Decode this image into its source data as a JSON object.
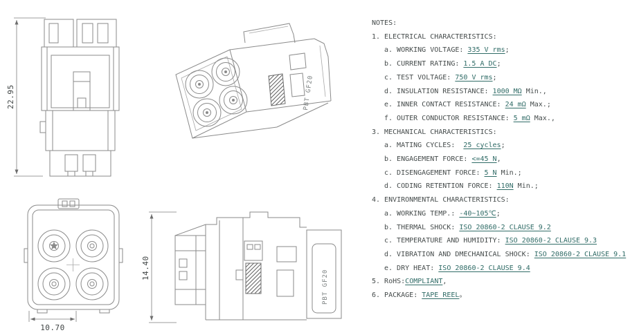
{
  "colors": {
    "background": "#ffffff",
    "drawing_line": "#8a8a8a",
    "dimension_text": "#3f4444",
    "notes_text": "#454b4b",
    "notes_value": "#2f6b66"
  },
  "dimensions": {
    "rear_view_height": "22.95",
    "front_view_width": "10.70",
    "side_view_height": "14.40"
  },
  "markings": {
    "iso_material": "PBT GF20",
    "side_material": "PBT GF20"
  },
  "notes": {
    "title": "NOTES:",
    "lines": [
      {
        "pre": "1. ELECTRICAL CHARACTERISTICS:",
        "val": "",
        "post": "",
        "indent": 0
      },
      {
        "pre": "a. WORKING VOLTAGE: ",
        "val": "335 V rms",
        "post": ";",
        "indent": 1
      },
      {
        "pre": "b. CURRENT RATING: ",
        "val": "1.5 A DC",
        "post": ";",
        "indent": 1
      },
      {
        "pre": "c. TEST VOLTAGE: ",
        "val": "750 V rms",
        "post": ";",
        "indent": 1
      },
      {
        "pre": "d. INSULATION RESISTANCE: ",
        "val": "1000 MΩ",
        "post": " Min.,",
        "indent": 1
      },
      {
        "pre": "e. INNER CONTACT RESISTANCE: ",
        "val": "24 mΩ",
        "post": " Max.;",
        "indent": 1
      },
      {
        "pre": "f. OUTER CONDUCTOR RESISTANCE: ",
        "val": "5 mΩ",
        "post": " Max.,",
        "indent": 1
      },
      {
        "pre": "3. MECHANICAL CHARACTERISTICS:",
        "val": "",
        "post": "",
        "indent": 0
      },
      {
        "pre": "a. MATING CYCLES:  ",
        "val": "25 cycles",
        "post": ";",
        "indent": 1
      },
      {
        "pre": "b. ENGAGEMENT FORCE: ",
        "val": "<=45 N",
        "post": ",",
        "indent": 1
      },
      {
        "pre": "c. DISENGAGEMENT FORCE: ",
        "val": "5 N",
        "post": " Min.;",
        "indent": 1
      },
      {
        "pre": "d. CODING RETENTION FORCE: ",
        "val": "110N",
        "post": " Min.;",
        "indent": 1
      },
      {
        "pre": "4. ENVIRONMENTAL CHARACTERISTICS:",
        "val": "",
        "post": "",
        "indent": 0
      },
      {
        "pre": "a. WORKING TEMP.: ",
        "val": "-40~105℃",
        "post": ";",
        "indent": 1
      },
      {
        "pre": "b. THERMAL SHOCK: ",
        "val": "ISO 20860-2 CLAUSE 9.2",
        "post": "",
        "indent": 1
      },
      {
        "pre": "c. TEMPERATURE AND HUMIDITY: ",
        "val": "ISO 20860-2 CLAUSE 9.3",
        "post": "",
        "indent": 1
      },
      {
        "pre": "d. VIBRATION AND DMECHANICAL SHOCK: ",
        "val": "ISO 20860-2 CLAUSE 9.1",
        "post": "",
        "indent": 1
      },
      {
        "pre": "e. DRY HEAT: ",
        "val": "ISO 20860-2 CLAUSE 9.4",
        "post": "",
        "indent": 1
      },
      {
        "pre": "5. RoHS:",
        "val": "COMPLIANT",
        "post": ",",
        "indent": 0
      },
      {
        "pre": "6. PACKAGE: ",
        "val": "TAPE REEL",
        "post": "。",
        "indent": 0
      }
    ]
  }
}
